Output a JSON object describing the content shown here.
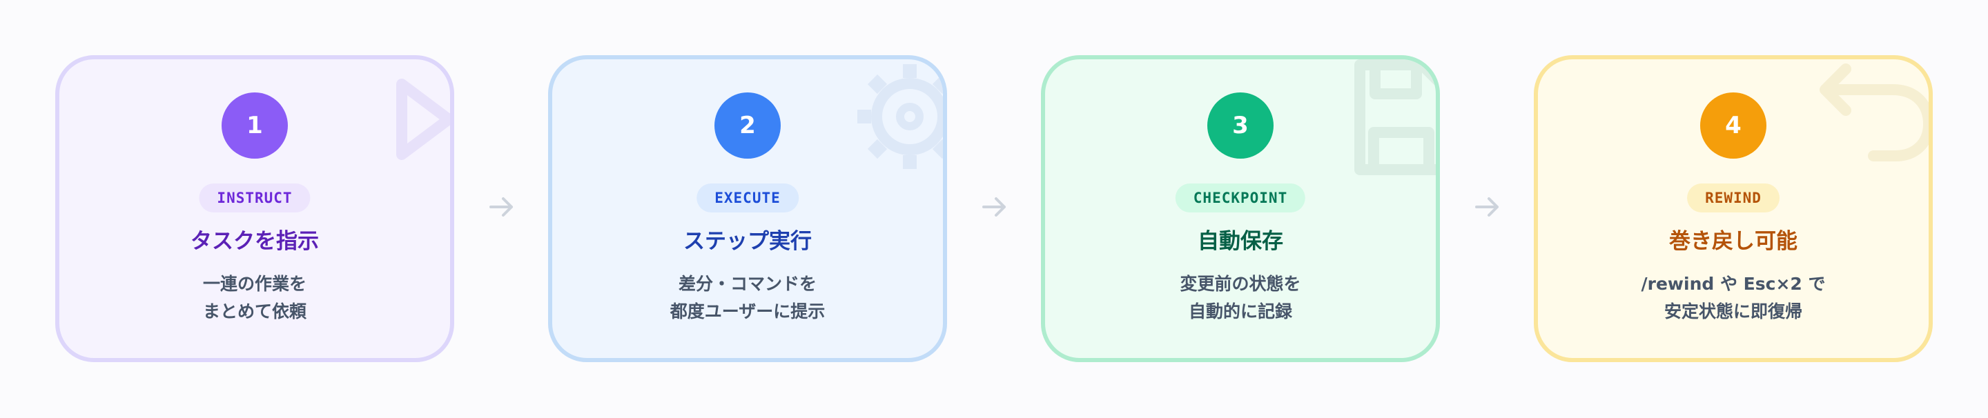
{
  "steps": [
    {
      "number": "1",
      "tag": "INSTRUCT",
      "title": "タスクを指示",
      "desc_line1": "一連の作業を",
      "desc_line2": "まとめて依頼",
      "icon": "play-icon",
      "accent": "#8b5cf6"
    },
    {
      "number": "2",
      "tag": "EXECUTE",
      "title": "ステップ実行",
      "desc_line1": "差分・コマンドを",
      "desc_line2": "都度ユーザーに提示",
      "icon": "gear-icon",
      "accent": "#3b82f6"
    },
    {
      "number": "3",
      "tag": "CHECKPOINT",
      "title": "自動保存",
      "desc_line1": "変更前の状態を",
      "desc_line2": "自動的に記録",
      "icon": "save-icon",
      "accent": "#10b981"
    },
    {
      "number": "4",
      "tag": "REWIND",
      "title": "巻き戻し可能",
      "desc_line1": "/rewind や Esc×2 で",
      "desc_line2": "安定状態に即復帰",
      "icon": "undo-icon",
      "accent": "#f59e0b"
    }
  ]
}
